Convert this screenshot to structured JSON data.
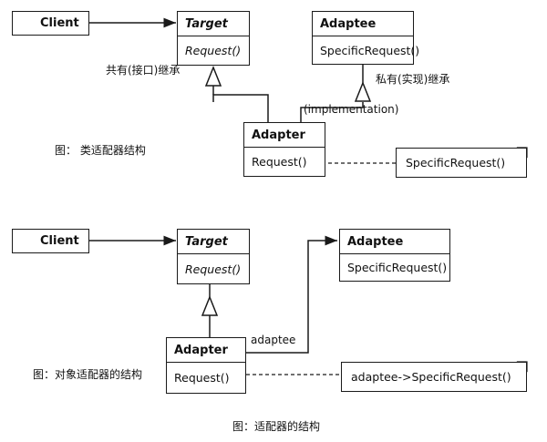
{
  "class_adapter": {
    "client": "Client",
    "target": {
      "name": "Target",
      "op": "Request()"
    },
    "adaptee": {
      "name": "Adaptee",
      "op": "SpecificRequest()"
    },
    "adapter": {
      "name": "Adapter",
      "op": "Request()"
    },
    "note": "SpecificRequest()",
    "public_inherit_label": "共有(接口)继承",
    "private_inherit_label": "私有(实现)继承",
    "implementation_label": "(implementation)",
    "caption": "图：  类适配器结构"
  },
  "object_adapter": {
    "client": "Client",
    "target": {
      "name": "Target",
      "op": "Request()"
    },
    "adaptee": {
      "name": "Adaptee",
      "op": "SpecificRequest()"
    },
    "adapter": {
      "name": "Adapter",
      "op": "Request()"
    },
    "note": "adaptee->SpecificRequest()",
    "adaptee_label": "adaptee",
    "caption": "图：对象适配器的结构"
  },
  "footer_caption": "图：适配器的结构"
}
